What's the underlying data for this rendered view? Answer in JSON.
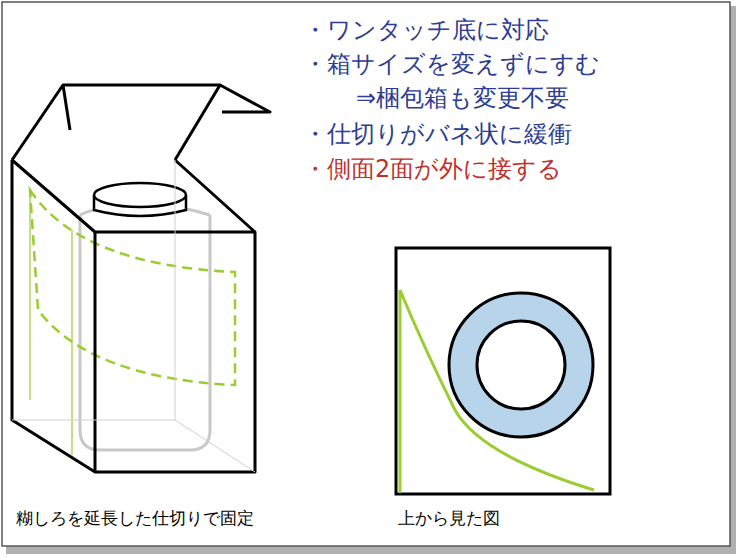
{
  "diagram": {
    "labels": [
      "・ワンタッチ底に対応",
      "・箱サイズを変えずにすむ",
      "⇒梱包箱も変更不要",
      "・仕切りがバネ状に緩衝",
      "・側面2面が外に接する",
      "糊しろを延長した仕切りで固定",
      "上から見た図"
    ]
  }
}
